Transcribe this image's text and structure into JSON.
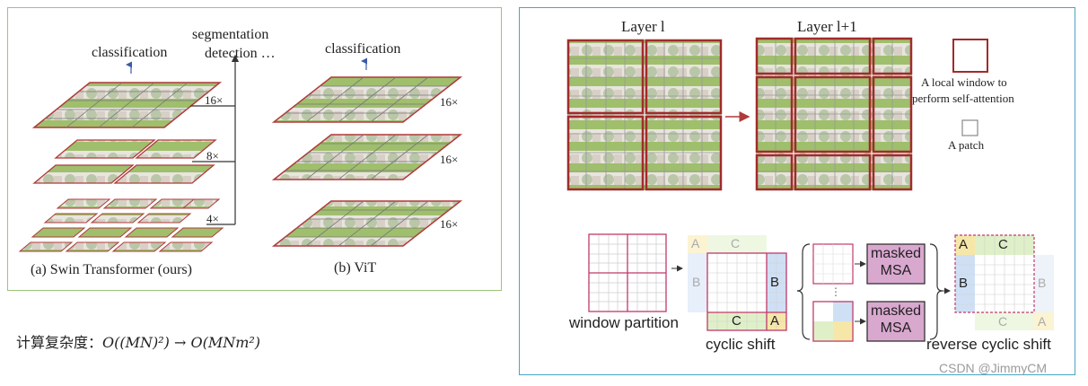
{
  "left": {
    "top_label": "classification",
    "seg_label_line1": "segmentation",
    "seg_label_line2": "detection …",
    "vit_label": "classification",
    "scale_16": "16×",
    "scale_8": "8×",
    "scale_4": "4×",
    "vit_scale": "16×",
    "caption_a": "(a) Swin Transformer (ours)",
    "caption_b": "(b) ViT"
  },
  "complexity": {
    "prefix": "计算复杂度：",
    "formula": "O((MN)²) → O(MNm²)"
  },
  "right": {
    "layer_l": "Layer l",
    "layer_l1": "Layer l+1",
    "legend_window": "A local window to perform self-attention",
    "legend_window_line1": "A local window to",
    "legend_window_line2": "perform self-attention",
    "legend_patch": "A patch",
    "window_partition": "window partition",
    "cyclic_shift": "cyclic shift",
    "reverse_cyclic_shift": "reverse cyclic shift",
    "masked_msa_line1": "masked",
    "masked_msa_line2": "MSA",
    "letter_a": "A",
    "letter_b": "B",
    "letter_c": "C",
    "ellipsis": "⋮"
  },
  "watermark": "CSDN @JimmyCM",
  "colors": {
    "window_red": "#b03a3a",
    "magenta": "#c0396b",
    "region_a": "#f6e7a8",
    "region_b": "#cfe0f5",
    "region_c": "#dff0c8",
    "masked_fill": "#d9a8cf",
    "left_border": "#9cc47a",
    "right_border": "#4aa3c4"
  }
}
